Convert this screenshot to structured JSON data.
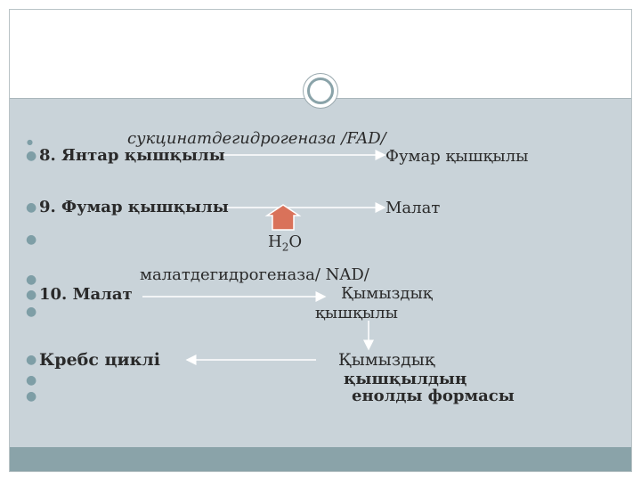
{
  "slide": {
    "enzyme1": "сукцинатдегидрогеназа /FAD/",
    "step8_label": "8. Янтар қышқылы",
    "step8_product": "Фумар қышқылы",
    "step9_label": "9. Фумар қышқылы",
    "step9_product": "Малат",
    "water_h": "H",
    "water_sub": "2",
    "water_o": "O",
    "enzyme2": "малатдегидрогеназа/ NAD/",
    "step10_label": "10. Малат",
    "step10_product_line1": "Қымыздық",
    "step10_product_line2": "қышқылы",
    "krebs": "Кребс циклі",
    "enol_line1": "Қымыздық",
    "enol_line2": "қышқылдың",
    "enol_line3": "енолды формасы",
    "bullet_glyph": "●"
  },
  "colors": {
    "slide_bg": "#c9d3d9",
    "footer": "#8aa3a9",
    "bullet": "#7e9ea6",
    "arrow_fill": "#d9725a",
    "text": "#2a2a2a"
  }
}
